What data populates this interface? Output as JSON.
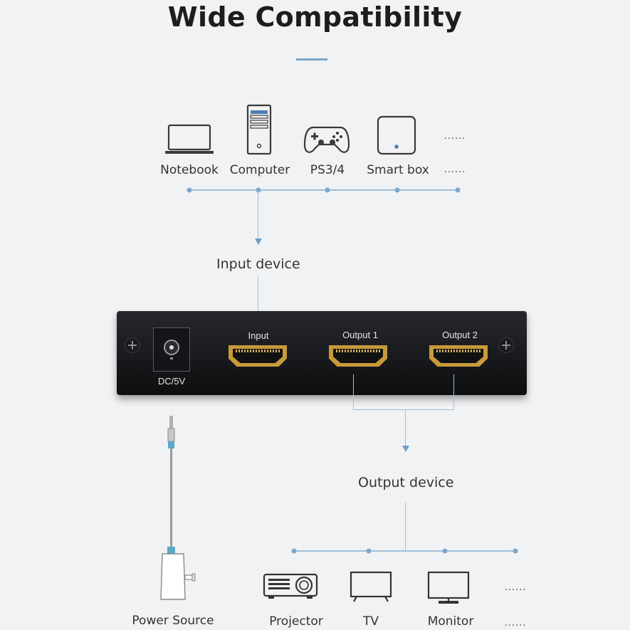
{
  "title": "Wide Compatibility",
  "input_devices": [
    {
      "label": "Notebook",
      "icon": "notebook-icon"
    },
    {
      "label": "Computer",
      "icon": "computer-icon"
    },
    {
      "label": "PS3/4",
      "icon": "gamepad-icon"
    },
    {
      "label": "Smart box",
      "icon": "smart-box-icon"
    },
    {
      "label": "......",
      "icon": "ellipsis"
    }
  ],
  "input_device_label": "Input device",
  "output_device_label": "Output device",
  "panel": {
    "dc_label": "DC/5V",
    "input_label": "Input",
    "output1_label": "Output 1",
    "output2_label": "Output 2"
  },
  "power_source_label": "Power Source",
  "output_devices": [
    {
      "label": "Projector",
      "icon": "projector-icon"
    },
    {
      "label": "TV",
      "icon": "tv-icon"
    },
    {
      "label": "Monitor",
      "icon": "monitor-icon"
    },
    {
      "label": "......",
      "icon": "ellipsis"
    }
  ],
  "colors": {
    "accent_line": "#9ec0dc",
    "arrow": "#6e9ecb",
    "panel": "#1a1b1e",
    "hdmi_gold": "#c89a3a"
  }
}
